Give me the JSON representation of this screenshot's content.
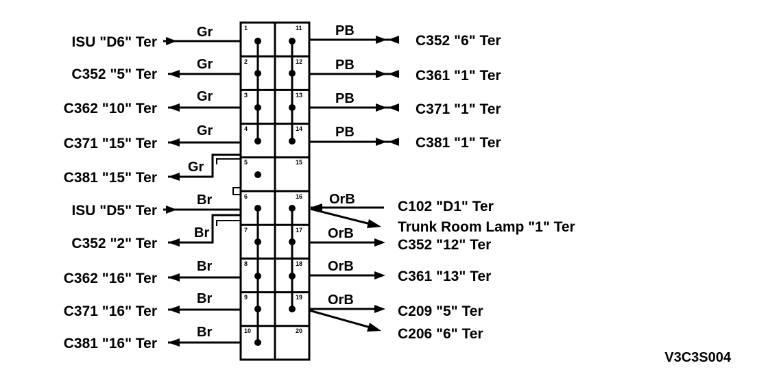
{
  "left_connections": [
    {
      "pin": "1",
      "wire": "Gr",
      "label": "ISU \"D6\" Ter"
    },
    {
      "pin": "2",
      "wire": "Gr",
      "label": "C352 \"5\" Ter"
    },
    {
      "pin": "3",
      "wire": "Gr",
      "label": "C362 \"10\" Ter"
    },
    {
      "pin": "4",
      "wire": "Gr",
      "label": "C371 \"15\" Ter"
    },
    {
      "pin": "5",
      "wire": "Gr",
      "label": "C381 \"15\" Ter"
    },
    {
      "pin": "6",
      "wire": "Br",
      "label": "ISU \"D5\" Ter"
    },
    {
      "pin": "7",
      "wire": "Br",
      "label": "C352 \"2\" Ter"
    },
    {
      "pin": "8",
      "wire": "Br",
      "label": "C362 \"16\" Ter"
    },
    {
      "pin": "9",
      "wire": "Br",
      "label": "C371 \"16\" Ter"
    },
    {
      "pin": "10",
      "wire": "Br",
      "label": "C381 \"16\" Ter"
    }
  ],
  "right_connections": [
    {
      "pin": "11",
      "wire": "PB",
      "label": "C352 \"6\" Ter"
    },
    {
      "pin": "12",
      "wire": "PB",
      "label": "C361 \"1\" Ter"
    },
    {
      "pin": "13",
      "wire": "PB",
      "label": "C371 \"1\" Ter"
    },
    {
      "pin": "14",
      "wire": "PB",
      "label": "C381 \"1\" Ter"
    },
    {
      "pin": "15",
      "wire": "",
      "label": ""
    },
    {
      "pin": "16",
      "wire": "OrB",
      "label": "C102 \"D1\" Ter"
    },
    {
      "pin": "17",
      "wire": "OrB",
      "label": "C352 \"12\" Ter"
    },
    {
      "pin": "18",
      "wire": "OrB",
      "label": "C361 \"13\" Ter"
    },
    {
      "pin": "19",
      "wire": "OrB",
      "label": "C209 \"5\" Ter"
    },
    {
      "pin": "20",
      "wire": "",
      "label": ""
    }
  ],
  "extra_labels": {
    "trunk_lamp": "Trunk Room Lamp \"1\" Ter",
    "c206": "C206 \"6\" Ter"
  },
  "figure_code": "V3C3S004"
}
